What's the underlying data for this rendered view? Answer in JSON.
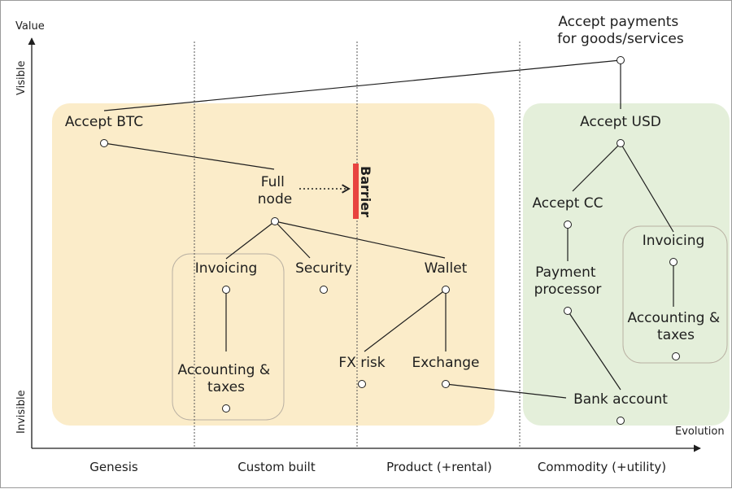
{
  "axes": {
    "value_label": "Value",
    "evolution_label": "Evolution",
    "visible_label": "Visible",
    "invisible_label": "Invisible",
    "stages": [
      "Genesis",
      "Custom built",
      "Product (+rental)",
      "Commodity (+utility)"
    ]
  },
  "barrier": {
    "label": "Barrier",
    "color": "#e8433f"
  },
  "regions": {
    "btc_color": "#fbecc9",
    "usd_color": "#e4efda",
    "group_border": "#b9b0a2"
  },
  "nodes": {
    "accept_payments": [
      "Accept payments",
      "for goods/services"
    ],
    "accept_btc": [
      "Accept BTC"
    ],
    "full_node": [
      "Full",
      "node"
    ],
    "invoicing_btc": [
      "Invoicing"
    ],
    "security": [
      "Security"
    ],
    "wallet": [
      "Wallet"
    ],
    "accounting_btc": [
      "Accounting &",
      "taxes"
    ],
    "fx_risk": [
      "FX risk"
    ],
    "exchange": [
      "Exchange"
    ],
    "accept_usd": [
      "Accept USD"
    ],
    "accept_cc": [
      "Accept CC"
    ],
    "invoicing_usd": [
      "Invoicing"
    ],
    "payment_processor": [
      "Payment",
      "processor"
    ],
    "accounting_usd": [
      "Accounting &",
      "taxes"
    ],
    "bank_account": [
      "Bank account"
    ]
  }
}
